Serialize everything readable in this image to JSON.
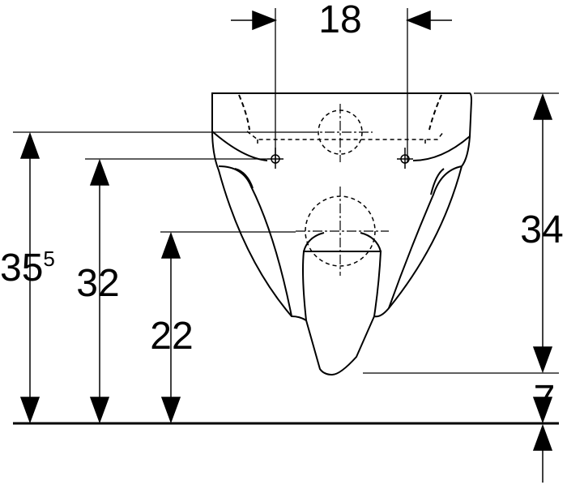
{
  "dimensions": {
    "width_top": "18",
    "height_total": "34",
    "floor_gap": "7",
    "height_outer_base": "35",
    "height_outer_sup": "5",
    "height_fixing": "32",
    "height_outlet": "22"
  }
}
